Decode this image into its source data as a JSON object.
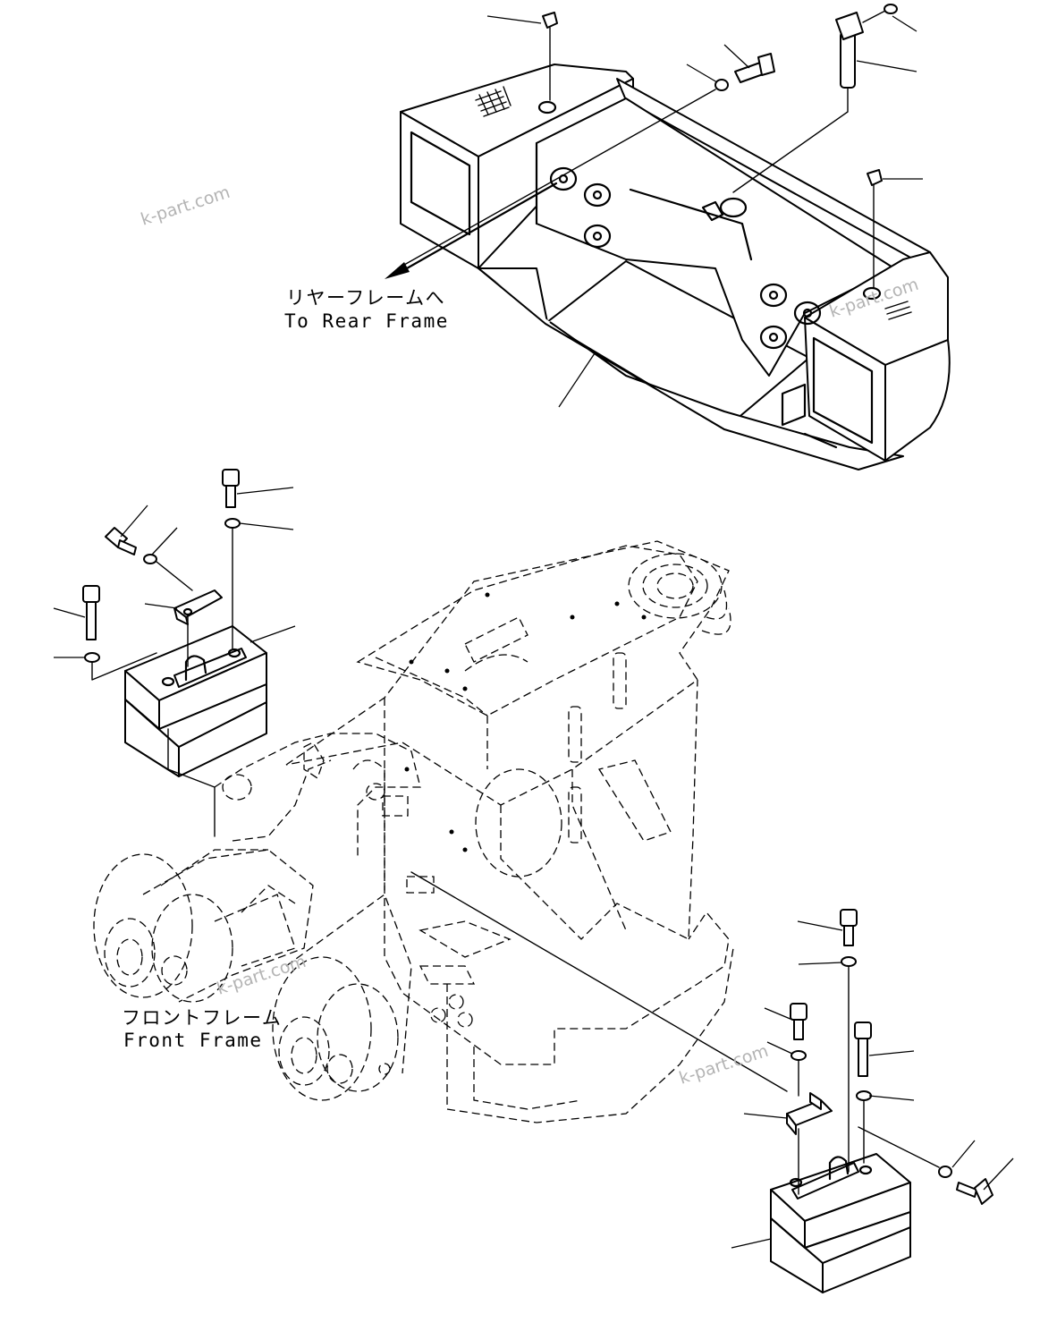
{
  "labels": {
    "rear_frame_jp": "リヤーフレームへ",
    "rear_frame_en": "To Rear Frame",
    "front_frame_jp": "フロントフレーム",
    "front_frame_en": "Front Frame"
  },
  "watermarks": [
    "k-part.com",
    "k-part.com",
    "k-part.com",
    "k-part.com"
  ]
}
